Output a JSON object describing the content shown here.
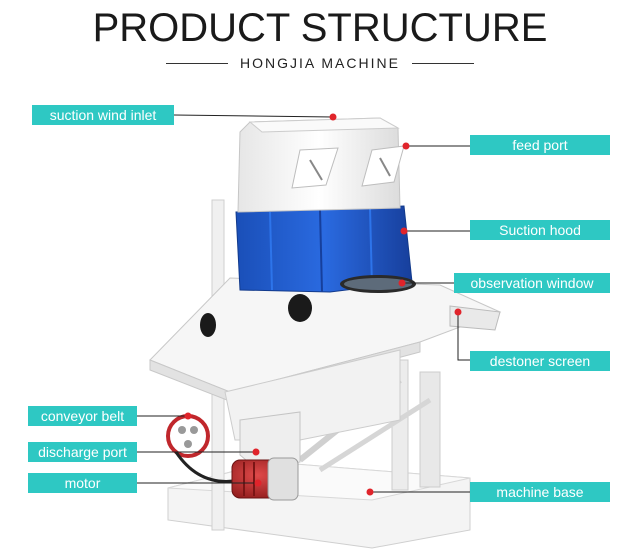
{
  "title": "PRODUCT STRUCTURE",
  "subtitle": "HONGJIA MACHINE",
  "colors": {
    "label_bg": "#2ec8c3",
    "leader_line": "#222222",
    "marker": "#e0242b",
    "hood": "#1f57c8",
    "frame": "#f2f2f2",
    "motor": "#c2262b"
  },
  "labels": {
    "suction_wind_inlet": "suction wind inlet",
    "feed_port": "feed port",
    "suction_hood": "Suction hood",
    "observation_window": "observation window",
    "destoner_screen": "destoner screen",
    "conveyor_belt": "conveyor belt",
    "discharge_port": "discharge port",
    "motor": "motor",
    "machine_base": "machine base"
  }
}
